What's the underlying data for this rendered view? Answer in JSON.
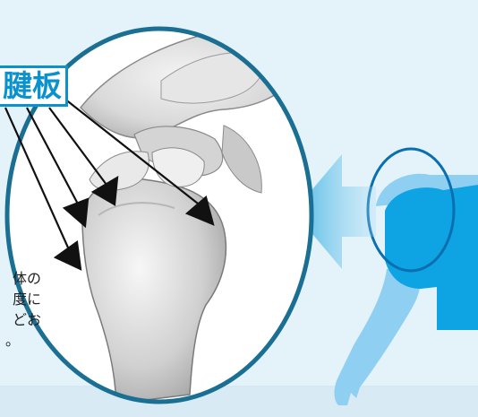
{
  "label": {
    "text": "腱板"
  },
  "text_fragments": [
    "体の",
    "度に",
    "どお",
    "。"
  ],
  "colors": {
    "background": "#e4f2fa",
    "bottom_band": "#d8ebf5",
    "circle_border": "#1a6f93",
    "label_blue": "#0a92cf",
    "shirt": "#0ea3e3",
    "arm": "#8fd0f2",
    "arrow_fill": "#5fc1e8",
    "arrow_black": "#111111"
  },
  "icons": [
    "shoulder-bone-illustration",
    "person-figure",
    "direction-arrow",
    "pointer-arrows"
  ]
}
